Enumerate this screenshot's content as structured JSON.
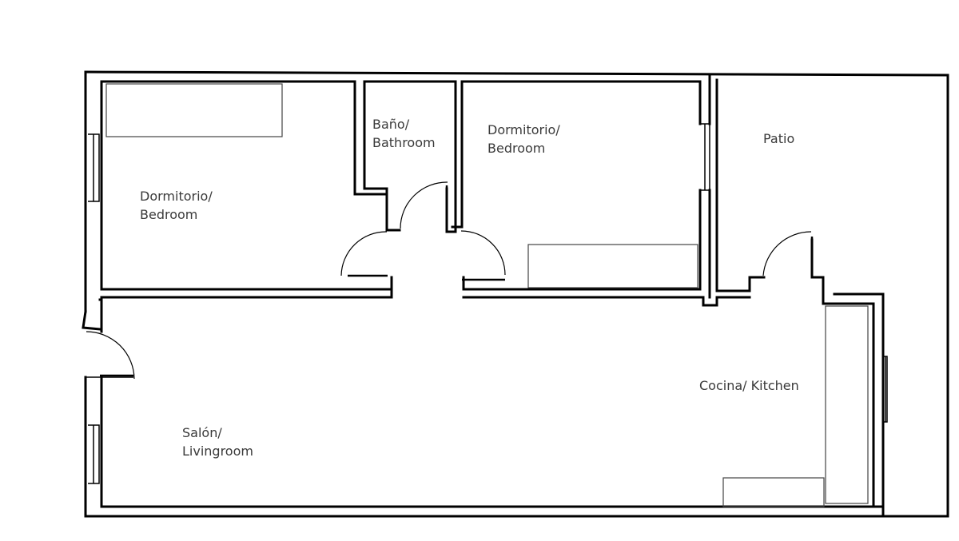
{
  "rooms": {
    "bedroom_left": {
      "line1": "Dormitorio/",
      "line2": "Bedroom"
    },
    "bathroom": {
      "line1": "Baño/",
      "line2": "Bathroom"
    },
    "bedroom_right": {
      "line1": "Dormitorio/",
      "line2": "Bedroom"
    },
    "patio": {
      "line1": "Patio"
    },
    "kitchen": {
      "line1": "Cocina/ Kitchen"
    },
    "living": {
      "line1": "Salón/",
      "line2": "Livingroom"
    }
  },
  "colors": {
    "wall": "#000000",
    "furniture": "#444444",
    "text": "#3a3a3a",
    "background": "#ffffff"
  }
}
